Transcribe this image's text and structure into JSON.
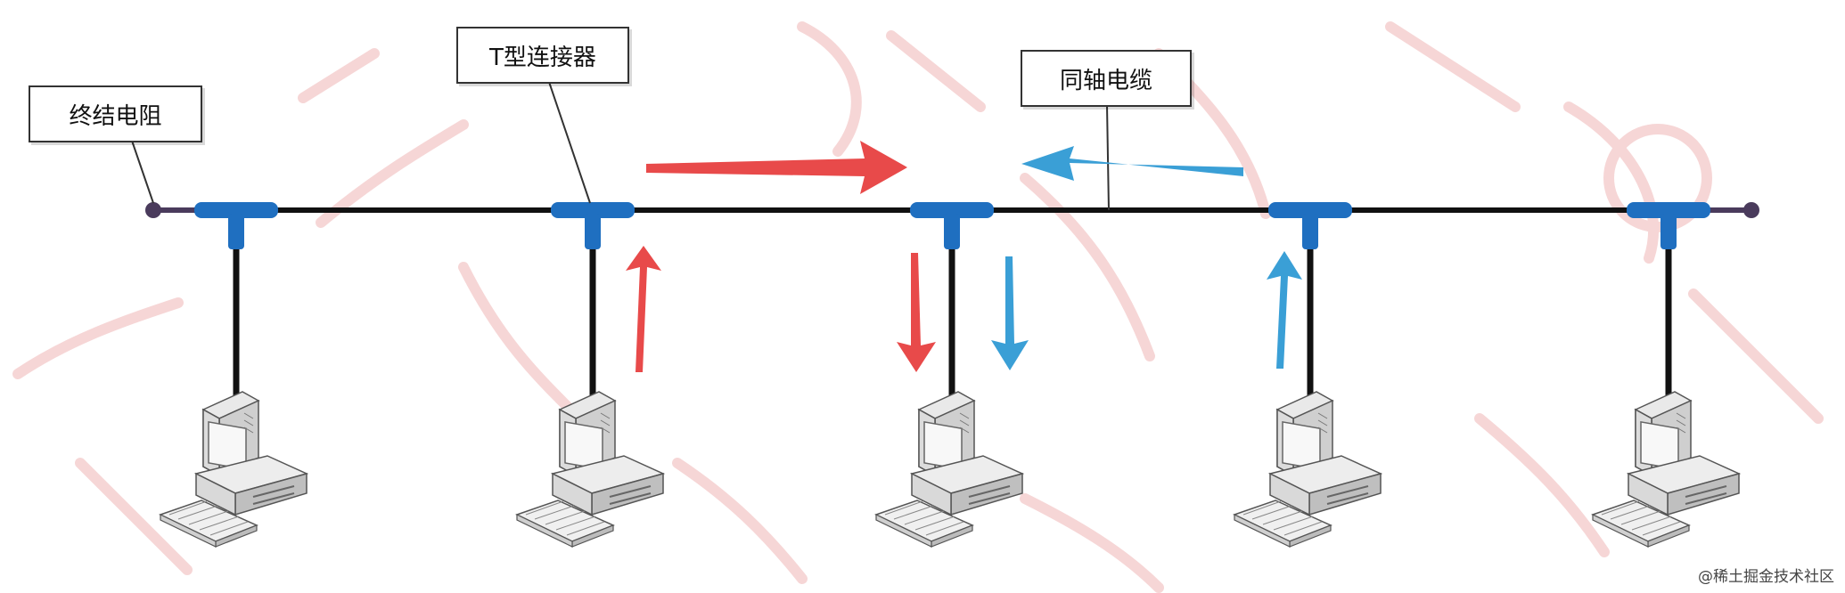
{
  "labels": {
    "terminator": "终结电阻",
    "t_connector": "T型连接器",
    "coax_cable": "同轴电缆"
  },
  "credit": "@稀土掘金技术社区",
  "colors": {
    "cable": "#111111",
    "connector": "#1f6fc0",
    "terminator": "#4a3b5c",
    "arrow_red": "#e84a4a",
    "arrow_blue": "#3a9fd6",
    "watermark": "#f2c8c8"
  },
  "diagram": {
    "type": "bus-topology",
    "node_count": 5,
    "icons": [
      "computer-icon",
      "keyboard-icon",
      "t-connector-icon",
      "terminator-icon"
    ],
    "flows": [
      {
        "color": "red",
        "path": "computer-2 -> bus -> computer-3"
      },
      {
        "color": "blue",
        "path": "computer-4 -> bus -> computer-3"
      }
    ]
  }
}
